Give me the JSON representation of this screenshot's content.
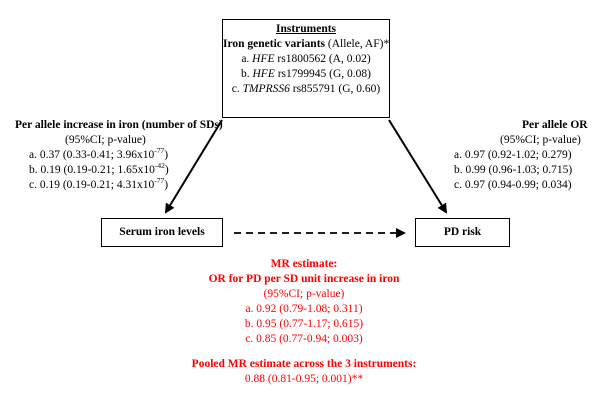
{
  "instruments": {
    "title": "Instruments",
    "subtitle_bold": "Iron genetic variants",
    "subtitle_rest": " (Allele, AF)*",
    "items": [
      {
        "prefix": "a. ",
        "gene": "HFE",
        "rest": " rs1800562 (A, 0.02)"
      },
      {
        "prefix": "b. ",
        "gene": "HFE",
        "rest": " rs1799945 (G, 0.08)"
      },
      {
        "prefix": "c. ",
        "gene": "TMPRSS6",
        "rest": " rs855791 (G, 0.60)"
      }
    ]
  },
  "left_panel": {
    "title": "Per allele increase in iron (number of SDs)",
    "subtitle": "(95%CI; p-value)",
    "items": [
      {
        "text": "a. 0.37 (0.33-0.41; 3.96x10",
        "exp": "-77",
        "end": ")"
      },
      {
        "text": "b. 0.19 (0.19-0.21; 1.65x10",
        "exp": "-42",
        "end": ")"
      },
      {
        "text": "c. 0.19 (0.19-0.21; 4.31x10",
        "exp": "-77",
        "end": ")"
      }
    ]
  },
  "right_panel": {
    "title": "Per allele OR",
    "subtitle": "(95%CI; p-value)",
    "items": [
      "a. 0.97 (0.92-1.02; 0.279)",
      "b. 0.99 (0.96-1.03; 0.715)",
      "c. 0.97 (0.94-0.99; 0.034)"
    ]
  },
  "serum_box": {
    "label": "Serum iron levels"
  },
  "pd_box": {
    "label": "PD risk"
  },
  "mr": {
    "title1": "MR estimate:",
    "title2": "OR for PD per SD unit increase in iron",
    "subtitle": "(95%CI; p-value)",
    "items": [
      "a. 0.92 (0.79-1.08; 0.311)",
      "b. 0.95 (0.77-1.17; 0.615)",
      "c. 0.85 (0.77-0.94; 0.003)"
    ],
    "pooled_title": "Pooled MR estimate across the 3 instruments:",
    "pooled_value": "0.88 (0.81-0.95; 0.001)**"
  },
  "colors": {
    "accent": "#ff0000",
    "line": "#000000"
  }
}
